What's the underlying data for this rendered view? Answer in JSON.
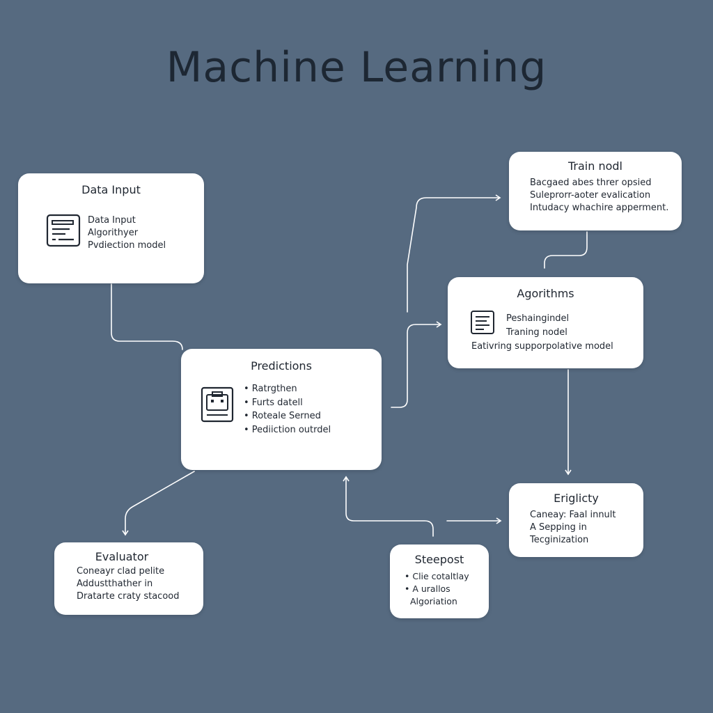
{
  "title": "Machine   Learning",
  "nodes": {
    "data_input": {
      "title": "Data Input",
      "lines": [
        "Data Input",
        "Algorithyer",
        "Pvdiection model"
      ],
      "icon": "document-list-icon"
    },
    "predictions": {
      "title": "Predictions",
      "lines": [
        "• Ratrgthen",
        "• Furts datell",
        "• Roteale Serned",
        "• Pediiction outrdel"
      ],
      "icon": "robot-icon"
    },
    "train_model": {
      "title": "Train nodl",
      "lines": [
        "Bacgaed abes threr opsied",
        "Suleprorr-aoter evalication",
        "Intudacy whachire apperment."
      ]
    },
    "algorithms": {
      "title": "Agorithms",
      "lines": [
        "Peshaingindel",
        "Traning nodel",
        "Eativring supporpolative model"
      ],
      "icon": "document-lines-icon"
    },
    "evaluator": {
      "title": "Evaluator",
      "lines": [
        "Coneayr clad pelite",
        "Addustthather in",
        "Dratarte craty stacood"
      ]
    },
    "steepost": {
      "title": "Steepost",
      "lines": [
        "• Clie cotaltlay",
        "• A urallos",
        "Algoriation"
      ]
    },
    "eriglicty": {
      "title": "Eriglicty",
      "lines": [
        "Caneay: Faal innult",
        "A Sepping in",
        "Tecginization"
      ]
    }
  },
  "colors": {
    "background": "#566a80",
    "box": "#ffffff",
    "text": "#1f2630",
    "connector": "#ffffff"
  }
}
